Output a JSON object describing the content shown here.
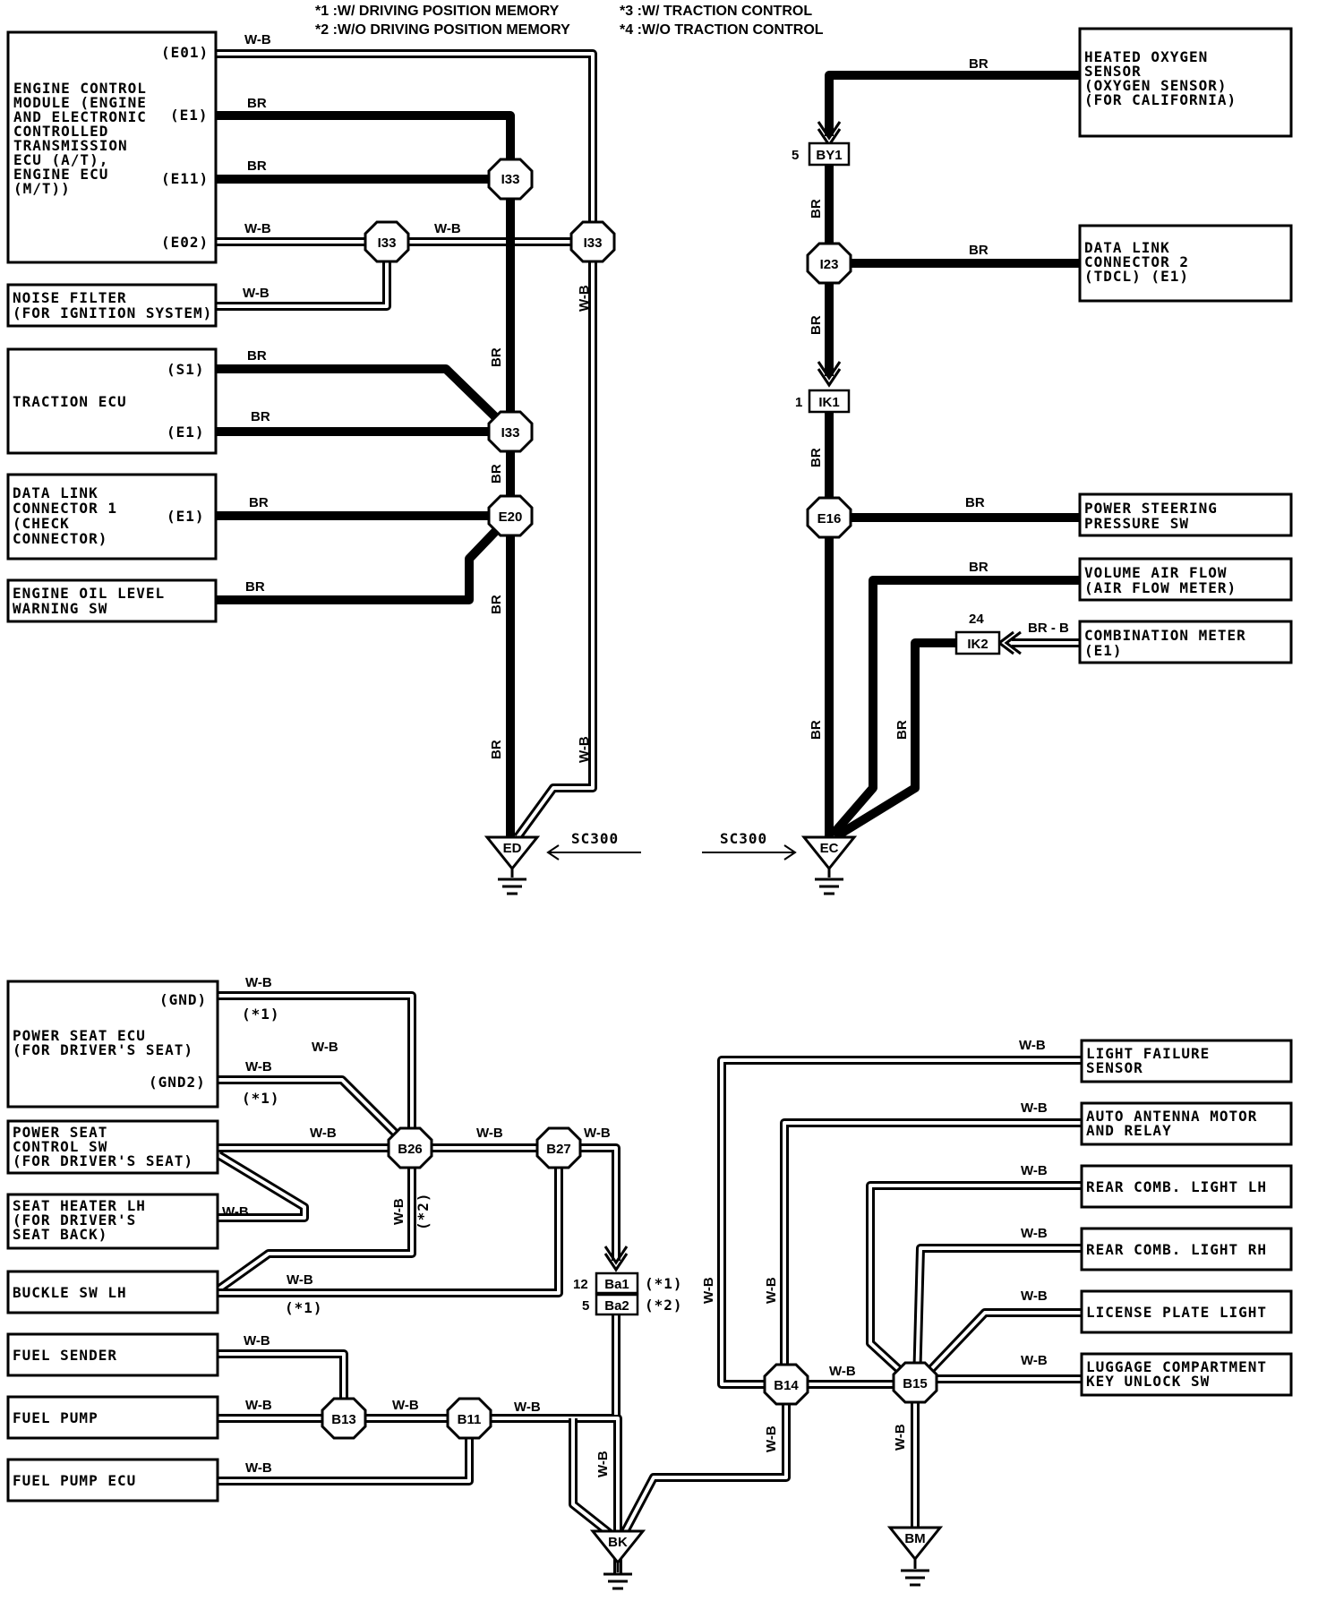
{
  "legend": {
    "n1": "*1 :W/ DRIVING POSITION MEMORY",
    "n2": "*2 :W/O DRIVING POSITION MEMORY",
    "n3": "*3 :W/ TRACTION CONTROL",
    "n4": "*4 :W/O TRACTION CONTROL"
  },
  "components": {
    "ecm": [
      "ENGINE CONTROL",
      "MODULE (ENGINE",
      "AND ELECTRONIC",
      "CONTROLLED",
      "TRANSMISSION",
      "ECU (A/T),",
      "ENGINE ECU",
      "(M/T))"
    ],
    "ecm_pins": [
      "(E01)",
      "(E1)",
      "(E11)",
      "(E02)"
    ],
    "noise_filter": [
      "NOISE FILTER",
      "(FOR IGNITION SYSTEM)"
    ],
    "traction_ecu": [
      "TRACTION ECU"
    ],
    "traction_pins": [
      "(S1)",
      "(E1)"
    ],
    "dlc1": [
      "DATA LINK",
      "CONNECTOR 1",
      "(CHECK",
      " CONNECTOR)"
    ],
    "dlc1_pin": "(E1)",
    "oil_level": [
      "ENGINE OIL LEVEL",
      "WARNING SW"
    ],
    "o2_sensor": [
      "HEATED OXYGEN",
      "SENSOR",
      "(OXYGEN SENSOR)",
      "(FOR CALIFORNIA)"
    ],
    "dlc2": [
      "DATA LINK",
      "CONNECTOR 2",
      "(TDCL) (E1)"
    ],
    "ps_sw": [
      "POWER STEERING",
      "PRESSURE SW"
    ],
    "vaf": [
      "VOLUME AIR FLOW",
      "(AIR FLOW METER)"
    ],
    "comb_meter": [
      "COMBINATION METER",
      "(E1)"
    ],
    "seat_ecu": [
      "POWER SEAT ECU",
      "(FOR DRIVER'S SEAT)"
    ],
    "seat_ecu_pins": [
      "(GND)",
      "(GND2)"
    ],
    "seat_sw": [
      "POWER SEAT",
      "CONTROL SW",
      "(FOR DRIVER'S SEAT)"
    ],
    "seat_heater": [
      "SEAT HEATER LH",
      "(FOR DRIVER'S",
      " SEAT BACK)"
    ],
    "buckle": [
      "BUCKLE SW LH"
    ],
    "fuel_sender": [
      "FUEL SENDER"
    ],
    "fuel_pump": [
      "FUEL PUMP"
    ],
    "fuel_pump_ecu": [
      "FUEL PUMP ECU"
    ],
    "light_fail": [
      "LIGHT FAILURE",
      "SENSOR"
    ],
    "antenna": [
      "AUTO ANTENNA MOTOR",
      "AND RELAY"
    ],
    "rear_lh": [
      "REAR COMB. LIGHT LH"
    ],
    "rear_rh": [
      "REAR COMB. LIGHT RH"
    ],
    "license": [
      "LICENSE PLATE LIGHT"
    ],
    "luggage": [
      "LUGGAGE COMPARTMENT",
      "KEY UNLOCK SW"
    ]
  },
  "junctions": {
    "i33": "I33",
    "e20": "E20",
    "i23": "I23",
    "e16": "E16",
    "b26": "B26",
    "b27": "B27",
    "b13": "B13",
    "b11": "B11",
    "b14": "B14",
    "b15": "B15"
  },
  "connectors": {
    "by1": "BY1",
    "by1_pin": "5",
    "ik1": "IK1",
    "ik1_pin": "1",
    "ik2": "IK2",
    "ik2_pin": "24",
    "ba1": "Ba1",
    "ba1_pin": "12",
    "ba1_note": "(*1)",
    "ba2": "Ba2",
    "ba2_pin": "5",
    "ba2_note": "(*2)"
  },
  "grounds": {
    "ed": "ED",
    "ec": "EC",
    "bk": "BK",
    "bm": "BM"
  },
  "wire_colors": {
    "br": "BR",
    "wb": "W-B",
    "brb": "BR - B"
  },
  "notes": {
    "sc300": "SC300",
    "s1": "(*1)",
    "s2": "(*2)"
  }
}
